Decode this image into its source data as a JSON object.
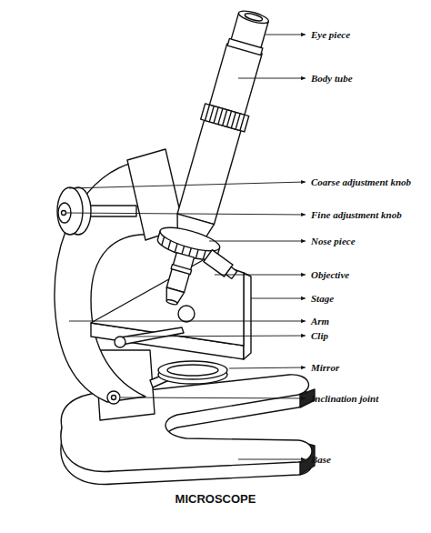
{
  "diagram": {
    "caption": "MICROSCOPE",
    "labels": [
      "Eye piece",
      "Body tube",
      "Coarse adjustment knob",
      "Fine adjustment knob",
      "Nose piece",
      "Objective",
      "Stage",
      "Arm",
      "Clip",
      "Mirror",
      "Inclination joint",
      "Base"
    ]
  }
}
